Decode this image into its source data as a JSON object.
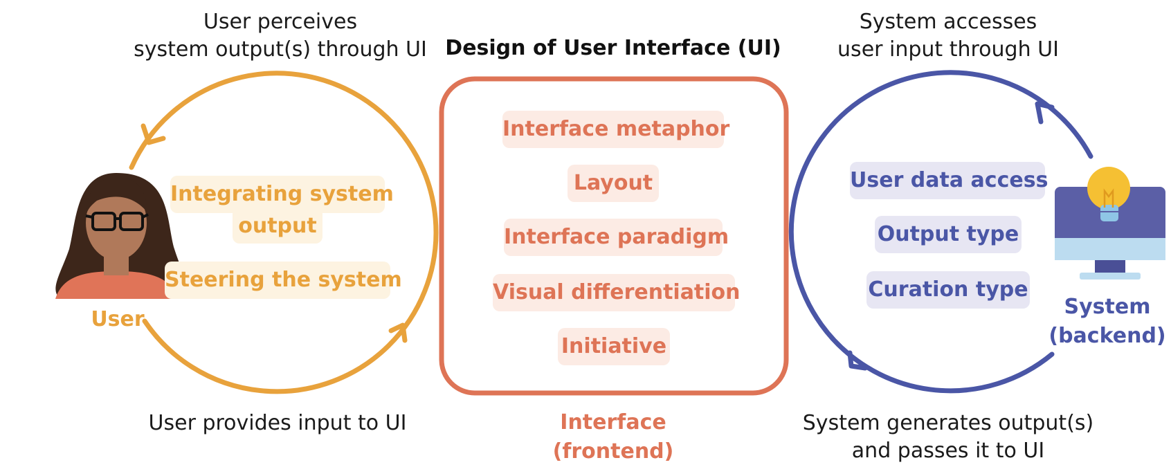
{
  "colors": {
    "user": "#e8a23c",
    "interface": "#de7456",
    "system": "#4a56a6"
  },
  "top_left_caption": [
    "User perceives",
    "system output(s) through UI"
  ],
  "center_title": "Design of User Interface (UI)",
  "top_right_caption": [
    "System accesses",
    "user input through UI"
  ],
  "user_cycle": {
    "chips": [
      "Integrating system",
      "output",
      "Steering the system"
    ],
    "actor_label": "User",
    "actor_icon": "user-avatar-icon"
  },
  "interface_box": {
    "items": [
      "Interface metaphor",
      "Layout",
      "Interface paradigm",
      "Visual differentiation",
      "Initiative"
    ],
    "label": [
      "Interface",
      "(frontend)"
    ]
  },
  "system_cycle": {
    "chips": [
      "User data access",
      "Output type",
      "Curation type"
    ],
    "actor_label": [
      "System",
      "(backend)"
    ],
    "actor_icon": "computer-lightbulb-icon"
  },
  "bottom_left_caption": "User provides input to UI",
  "bottom_right_caption": [
    "System generates output(s)",
    "and passes it to UI"
  ]
}
